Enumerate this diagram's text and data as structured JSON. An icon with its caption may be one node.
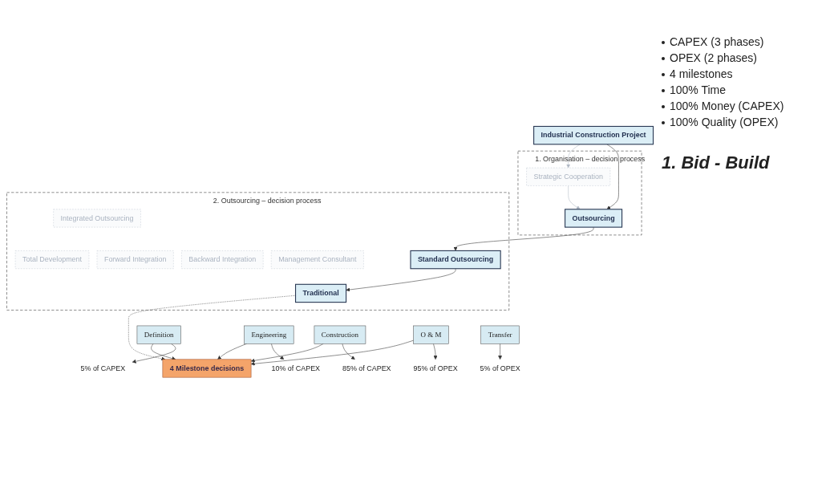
{
  "diagram": {
    "nodes": [
      {
        "text": [
          "Industrial Construction Project"
        ]
      },
      {
        "text": [
          "1. Organisation – decision process"
        ]
      },
      {
        "text": [
          "Strategic Cooperation"
        ],
        "in": 1
      },
      {
        "text": [
          "Outsourcing"
        ],
        "in": 1
      },
      {
        "text": [
          "2. Outsourcing – decision process"
        ]
      },
      {
        "text": [
          "Integrated Outsourcing"
        ],
        "in": 4
      },
      {
        "text": [
          "Standard Outsourcing"
        ],
        "in": 4
      },
      {
        "text": [
          "Total Development"
        ],
        "in": 4
      },
      {
        "text": [
          "Forward Integration"
        ],
        "in": 4
      },
      {
        "text": [
          "Backward Integration"
        ],
        "in": 4
      },
      {
        "text": [
          "Management Consultant"
        ],
        "in": 4
      },
      {
        "text": [
          "Traditional"
        ],
        "in": 4
      },
      {
        "text": [
          "4 Milestone decisions"
        ]
      },
      {
        "text": [
          "Definition"
        ]
      },
      {
        "text": [
          "Engineering"
        ]
      },
      {
        "text": [
          "Construction"
        ]
      },
      {
        "text": [
          "O & M"
        ]
      },
      {
        "text": [
          "Transfer"
        ]
      },
      {
        "text": [
          "5% of CAPEX"
        ]
      },
      {
        "text": [
          "10% of CAPEX"
        ]
      },
      {
        "text": [
          "85% of CAPEX"
        ]
      },
      {
        "text": [
          "95% of OPEX"
        ]
      },
      {
        "text": [
          "5% of OPEX"
        ]
      }
    ],
    "edges": [
      {
        "from": 0,
        "to": 2,
        "arrow": "to",
        "color": "#b0b8c4"
      },
      {
        "from": 2,
        "to": 3,
        "arrow": "to",
        "color": "#b0b8c4"
      },
      {
        "from": 0,
        "to": 3,
        "arrow": "to"
      },
      {
        "from": 3,
        "to": 6,
        "arrow": "to"
      },
      {
        "from": 6,
        "to": 11,
        "arrow": "to"
      },
      {
        "from": 11,
        "to": 12,
        "arrow": "to",
        "style": "dashed"
      },
      {
        "from": 13,
        "to": 12,
        "arrow": "to"
      },
      {
        "from": 14,
        "to": 12,
        "arrow": "to"
      },
      {
        "from": 15,
        "to": 12,
        "arrow": "to"
      },
      {
        "from": 16,
        "to": 12,
        "arrow": "to"
      },
      {
        "from": 13,
        "to": 18,
        "arrow": "to"
      },
      {
        "from": 14,
        "to": 19,
        "arrow": "to"
      },
      {
        "from": 15,
        "to": 20,
        "arrow": "to"
      },
      {
        "from": 16,
        "to": 21,
        "arrow": "to"
      },
      {
        "from": 17,
        "to": 22,
        "arrow": "to"
      }
    ],
    "labels": [
      "CAPEX (3 phases)",
      "OPEX (2 phases)",
      "4 milestones",
      "100% Time",
      "100% Money (CAPEX)",
      "100% Quality (OPEX)",
      "1. Bid - Build"
    ]
  }
}
